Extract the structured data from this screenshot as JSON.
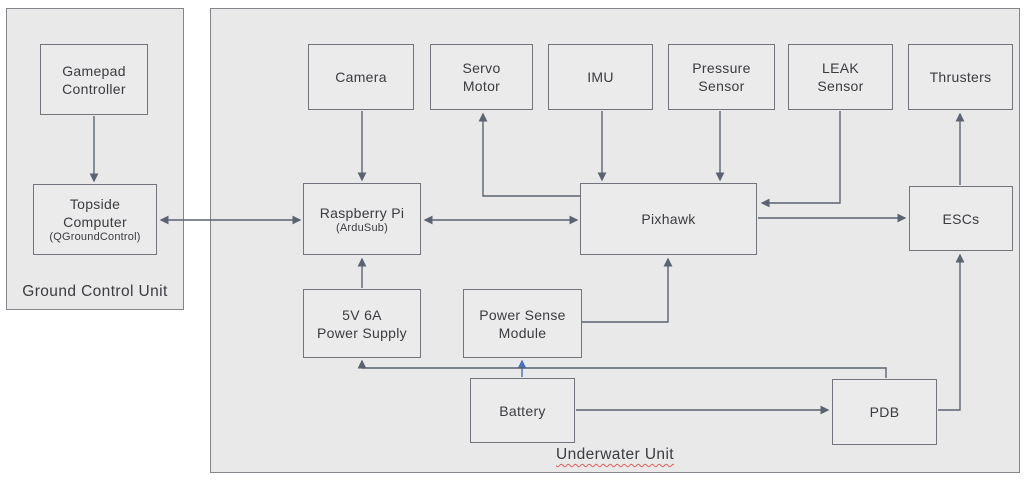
{
  "diagram": {
    "containers": [
      {
        "id": "ground",
        "label": "Ground Control Unit"
      },
      {
        "id": "underwater",
        "label": "Underwater Unit"
      }
    ],
    "nodes": [
      {
        "id": "gamepad",
        "lines": [
          "Gamepad",
          "Controller"
        ]
      },
      {
        "id": "topside",
        "lines": [
          "Topside",
          "Computer"
        ],
        "sub": "(QGroundControl)"
      },
      {
        "id": "camera",
        "lines": [
          "Camera"
        ]
      },
      {
        "id": "servo",
        "lines": [
          "Servo",
          "Motor"
        ]
      },
      {
        "id": "imu",
        "lines": [
          "IMU"
        ]
      },
      {
        "id": "pressure",
        "lines": [
          "Pressure",
          "Sensor"
        ]
      },
      {
        "id": "leak",
        "lines": [
          "LEAK",
          "Sensor"
        ]
      },
      {
        "id": "thrusters",
        "lines": [
          "Thrusters"
        ]
      },
      {
        "id": "rpi",
        "lines": [
          "Raspberry Pi"
        ],
        "sub": "(ArduSub)"
      },
      {
        "id": "pixhawk",
        "lines": [
          "Pixhawk"
        ]
      },
      {
        "id": "escs",
        "lines": [
          "ESCs"
        ]
      },
      {
        "id": "psu",
        "lines": [
          "5V 6A",
          "Power Supply"
        ]
      },
      {
        "id": "psm",
        "lines": [
          "Power Sense",
          "Module"
        ]
      },
      {
        "id": "battery",
        "lines": [
          "Battery"
        ]
      },
      {
        "id": "pdb",
        "lines": [
          "PDB"
        ]
      }
    ],
    "edges": [
      {
        "from": "Gamepad Controller",
        "to": "Topside Computer",
        "direction": "one-way"
      },
      {
        "from": "Topside Computer",
        "to": "Raspberry Pi",
        "direction": "two-way"
      },
      {
        "from": "Camera",
        "to": "Raspberry Pi",
        "direction": "one-way"
      },
      {
        "from": "5V 6A Power Supply",
        "to": "Raspberry Pi",
        "direction": "one-way"
      },
      {
        "from": "Raspberry Pi",
        "to": "Pixhawk",
        "direction": "two-way"
      },
      {
        "from": "Pixhawk",
        "to": "Servo Motor",
        "direction": "one-way"
      },
      {
        "from": "IMU",
        "to": "Pixhawk",
        "direction": "one-way"
      },
      {
        "from": "Pressure Sensor",
        "to": "Pixhawk",
        "direction": "one-way"
      },
      {
        "from": "LEAK Sensor",
        "to": "Pixhawk",
        "direction": "one-way"
      },
      {
        "from": "Pixhawk",
        "to": "ESCs",
        "direction": "one-way"
      },
      {
        "from": "ESCs",
        "to": "Thrusters",
        "direction": "one-way"
      },
      {
        "from": "Power Sense Module",
        "to": "Pixhawk",
        "direction": "one-way"
      },
      {
        "from": "Battery",
        "to": "Power Sense Module",
        "direction": "one-way",
        "color": "#4472c4"
      },
      {
        "from": "Battery",
        "to": "PDB",
        "direction": "one-way"
      },
      {
        "from": "PDB",
        "to": "5V 6A Power Supply",
        "direction": "one-way"
      },
      {
        "from": "PDB",
        "to": "ESCs",
        "direction": "one-way"
      }
    ],
    "colors": {
      "connector": "#5b6370",
      "accent_blue": "#4472c4",
      "box_fill": "#ebebec",
      "container_fill": "#e9e9ea",
      "box_border": "#73737b",
      "container_border": "#85858b",
      "text": "#3b3b40",
      "squiggle_red": "#e06056",
      "page_background": "#ffffff"
    }
  }
}
